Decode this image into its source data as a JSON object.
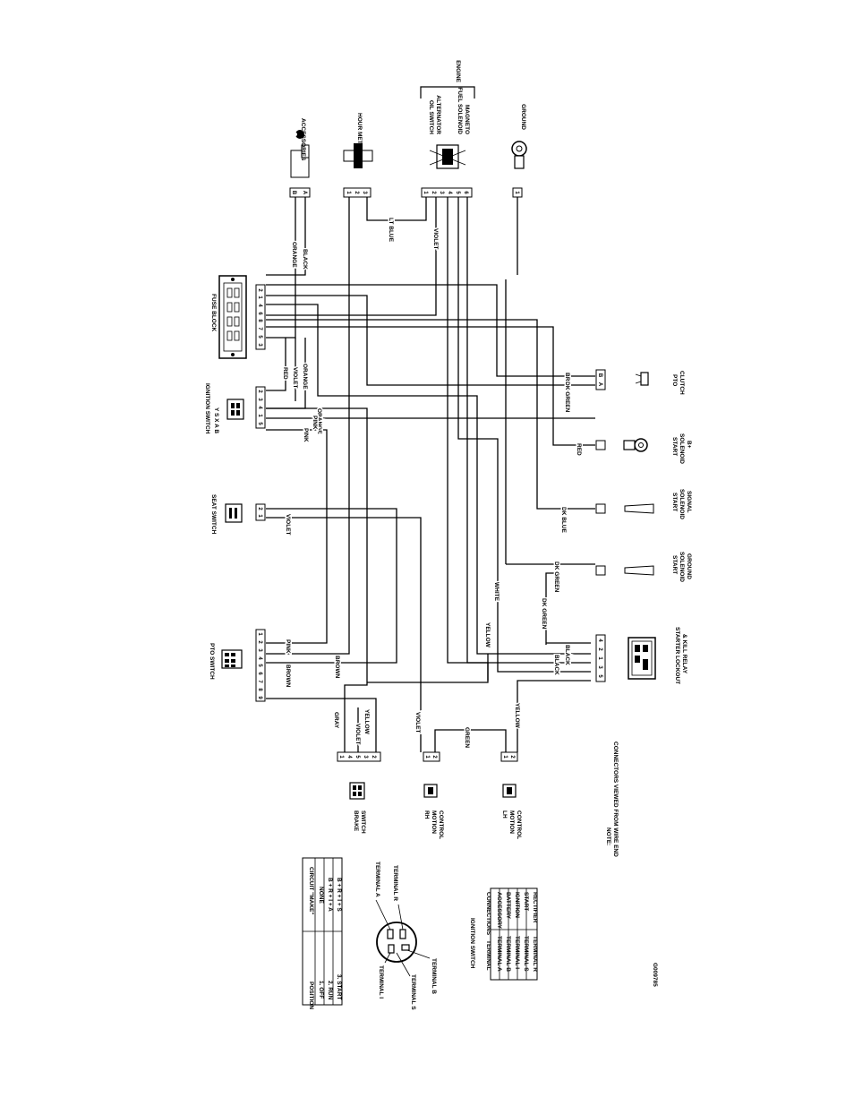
{
  "figure_id": "G009785",
  "components": {
    "accessories": {
      "label": "ACCESSORIES",
      "pins": [
        "B",
        "A"
      ]
    },
    "hour_meter": {
      "label": "HOUR METER",
      "pins": [
        "1",
        "2",
        "3"
      ]
    },
    "engine": {
      "bracket": "ENGINE",
      "label_1": "OIL SWITCH",
      "label_2": "ALTERNATOR",
      "label_3": "FUEL SOLENOID",
      "label_4": "MAGNETO",
      "pins": [
        "1",
        "2",
        "3",
        "4",
        "5",
        "6"
      ]
    },
    "ground": {
      "label": "GROUND",
      "pins": [
        "1"
      ]
    },
    "fuse_block": {
      "label": "FUSE BLOCK",
      "pins": [
        "2",
        "1",
        "4",
        "6",
        "8",
        "7",
        "5",
        "3"
      ]
    },
    "ignition_switch": {
      "label": "IGNITION SWITCH",
      "sub": "Y S X A B",
      "pins": [
        "2",
        "3",
        "4",
        "1",
        "5"
      ]
    },
    "seat_switch": {
      "label": "SEAT SWITCH",
      "pins": [
        "2",
        "1"
      ]
    },
    "pto_switch": {
      "label": "PTO SWITCH",
      "pins": [
        "1",
        "2",
        "3",
        "4",
        "5",
        "6",
        "7",
        "8",
        "9"
      ]
    },
    "pto_clutch": {
      "label_1": "PTO",
      "label_2": "CLUTCH",
      "pins": [
        "B",
        "A"
      ]
    },
    "start_b": {
      "label_1": "START",
      "label_2": "SOLENOID",
      "label_3": "B+"
    },
    "start_signal": {
      "label_1": "START",
      "label_2": "SOLENOID",
      "label_3": "SIGNAL"
    },
    "start_ground": {
      "label_1": "START",
      "label_2": "SOLENOID",
      "label_3": "GROUND"
    },
    "relay": {
      "label_1": "STARTER LOCKOUT",
      "label_2": "& KILL RELAY",
      "pins": [
        "4",
        "2",
        "1",
        "3",
        "5"
      ]
    },
    "brake": {
      "label_1": "BRAKE",
      "label_2": "SWITCH",
      "pins": [
        "1",
        "4",
        "5",
        "3",
        "2"
      ]
    },
    "rh": {
      "label_1": "RH",
      "label_2": "MOTION",
      "label_3": "CONTROL",
      "pins": [
        "1",
        "2"
      ]
    },
    "lh": {
      "label_1": "LH",
      "label_2": "MOTION",
      "label_3": "CONTROL",
      "pins": [
        "1",
        "2"
      ]
    }
  },
  "wires": {
    "orange": "ORANGE",
    "black": "BLACK",
    "lt_blue": "LT BLUE",
    "violet": "VIOLET",
    "red": "RED",
    "pink": "PINK",
    "brown": "BROWN",
    "dk_green": "DK GREEN",
    "dk_blue": "DK BLUE",
    "white": "WHITE",
    "yellow": "YELLOW",
    "gray": "GRAY",
    "green": "GREEN"
  },
  "note": {
    "title": "NOTE:",
    "text": "CONNECTORS VIEWED FROM WIRE END"
  },
  "position_table": {
    "headers": [
      "POSITION",
      "CIRCUIT \"MAKE\""
    ],
    "rows": [
      [
        "1. OFF",
        "NONE"
      ],
      [
        "2. RUN",
        "B + R + I + A"
      ],
      [
        "3. START",
        "B + R + I + S"
      ]
    ]
  },
  "switch_terminals": {
    "a": "TERMINAL A",
    "r": "TERMINAL R",
    "i": "TERMINAL I",
    "s": "TERMINAL S",
    "b": "TERMINAL B"
  },
  "terminal_table": {
    "title": "IGNITION SWITCH",
    "headers": [
      "TERMINAL",
      "CONNECTIONS"
    ],
    "rows": [
      [
        "TERMINAL A",
        "ACCESSORY"
      ],
      [
        "TERMINAL B",
        "BATTERY"
      ],
      [
        "TERMINAL I",
        "IGNITION"
      ],
      [
        "TERMINAL S",
        "START"
      ],
      [
        "TERMINAL R",
        "RECTIFIER"
      ]
    ]
  }
}
